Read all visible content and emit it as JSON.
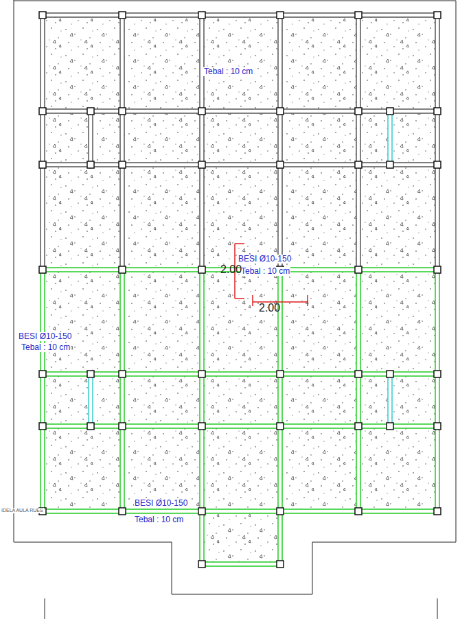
{
  "diagram": {
    "labels": [
      "Tebal : 10 cm",
      "BESI Ø10-150",
      "Tebal : 10 cm",
      "2.00",
      "2.00",
      "BESI Ø10-150",
      "Tebal : 10 cm",
      "BESI Ø10-150",
      "Tebal : 10 cm",
      "IDELA AULA RUES"
    ]
  }
}
